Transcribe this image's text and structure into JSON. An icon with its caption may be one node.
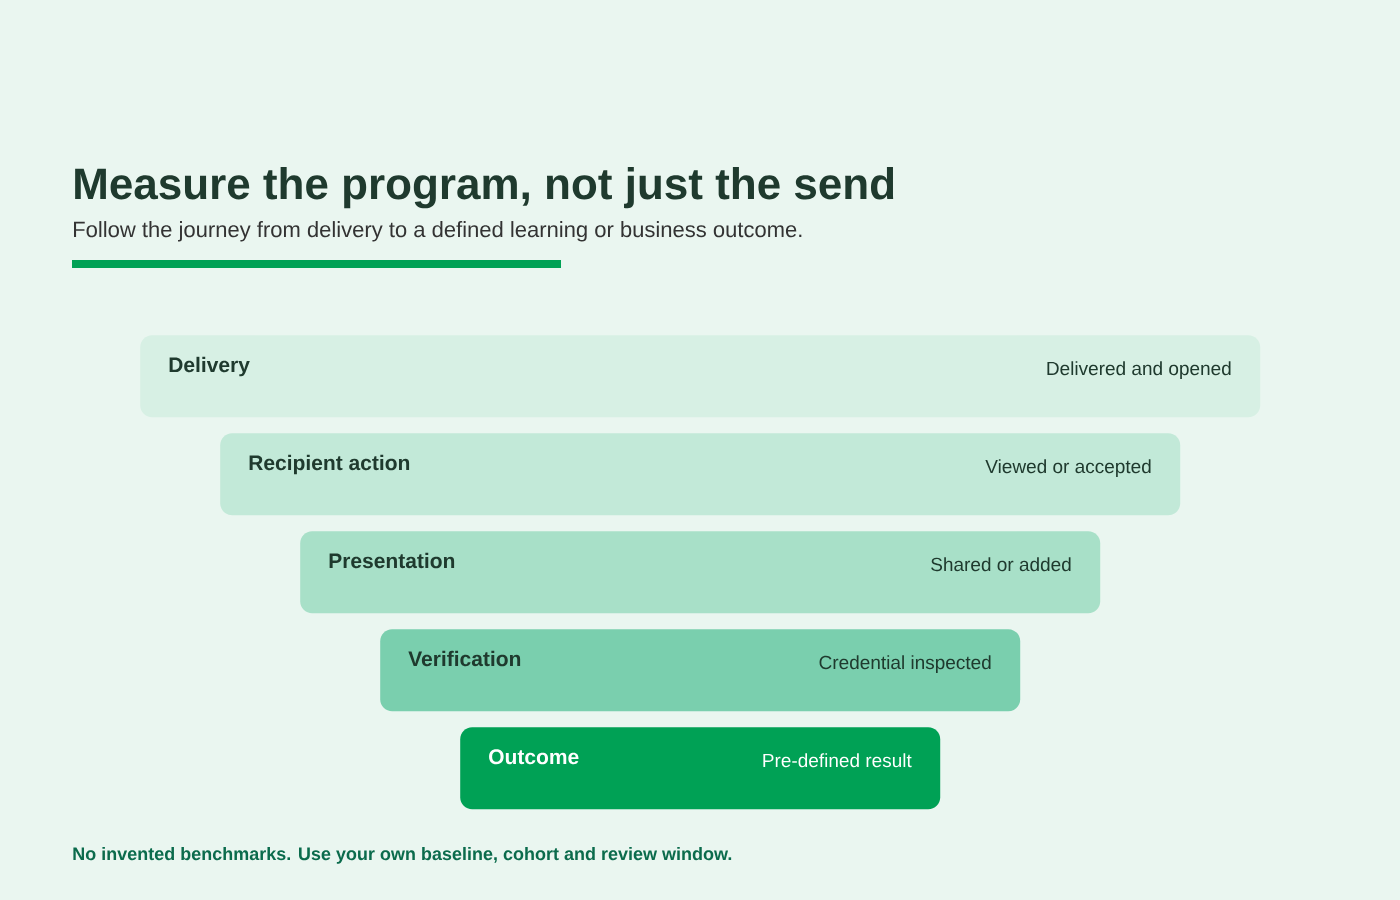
{
  "diagram": {
    "title": "Measure the program, not just the send",
    "nodes": [
      {
        "text": [
          "Delivery",
          "Delivered and opened"
        ]
      },
      {
        "text": [
          "Recipient action",
          "Viewed or accepted"
        ]
      },
      {
        "text": [
          "Presentation",
          "Shared or added"
        ]
      },
      {
        "text": [
          "Verification",
          "Credential inspected"
        ]
      },
      {
        "text": [
          "Outcome",
          "Pre-defined result"
        ]
      }
    ],
    "labels": [
      "Follow the journey from delivery to a defined learning or business outcome.",
      "No invented benchmarks. Use your own baseline, cohort and review window."
    ]
  }
}
